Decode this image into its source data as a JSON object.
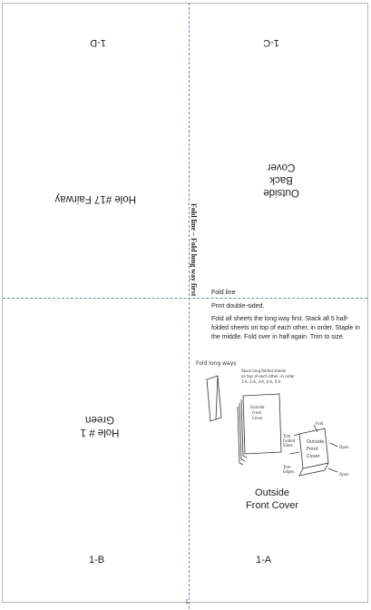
{
  "panels": {
    "top_left_code": "1-D",
    "top_right_code": "1-C",
    "top_left_title": "Hole #17 Fairway",
    "top_right_title_lines": [
      "Outside",
      "Back",
      "Cover"
    ],
    "bottom_left_title_lines": [
      "Hole # 1",
      "Green"
    ],
    "bottom_left_code": "1-B",
    "bottom_right_code": "1-A",
    "front_cover_lines": [
      "Outside",
      "Front Cover"
    ]
  },
  "fold": {
    "vertical_label": "Fold line – Fold long way first",
    "horizontal_label": "Fold line"
  },
  "instructions": {
    "print": "Print double-sided.",
    "steps": "Fold all sheets the long way first. Stack all 5 half-folded sheets on top of each other, in order. Staple in the middle. Fold over in half again. Trim to size."
  },
  "sketch": {
    "fold_long_ways": "Fold long ways",
    "stack_note_lines": [
      "Stack long-folded sheets",
      "on top of each other, in order",
      "1-A, 2-A, 3-A, 4-A, 5-A"
    ],
    "sheet_label_lines": [
      "Outside",
      "Front",
      "Cover"
    ],
    "fold_note": "Fold",
    "trim_folded_sides": [
      "Trim",
      "Folded",
      "Sides"
    ],
    "open_right": "Open",
    "trim_edges": [
      "Trim",
      "Edges"
    ],
    "open_bottom": "Open"
  },
  "page_number": "1"
}
